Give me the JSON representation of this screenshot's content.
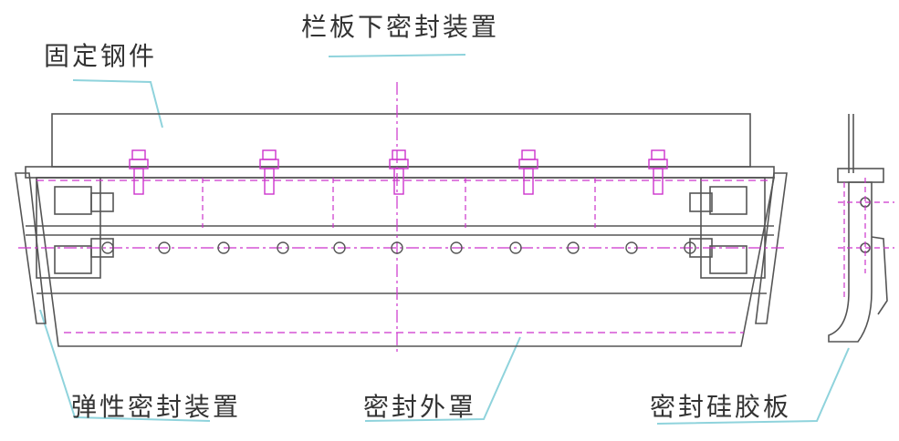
{
  "labels": {
    "top_center": "栏板下密封装置",
    "top_left": "固定钢件",
    "bottom_left": "弹性密封装置",
    "bottom_center": "密封外罩",
    "bottom_right": "密封硅胶板"
  },
  "colors": {
    "line": "#555555",
    "accent": "#cc33cc",
    "leader": "#8fd3dc",
    "text": "#333333"
  }
}
